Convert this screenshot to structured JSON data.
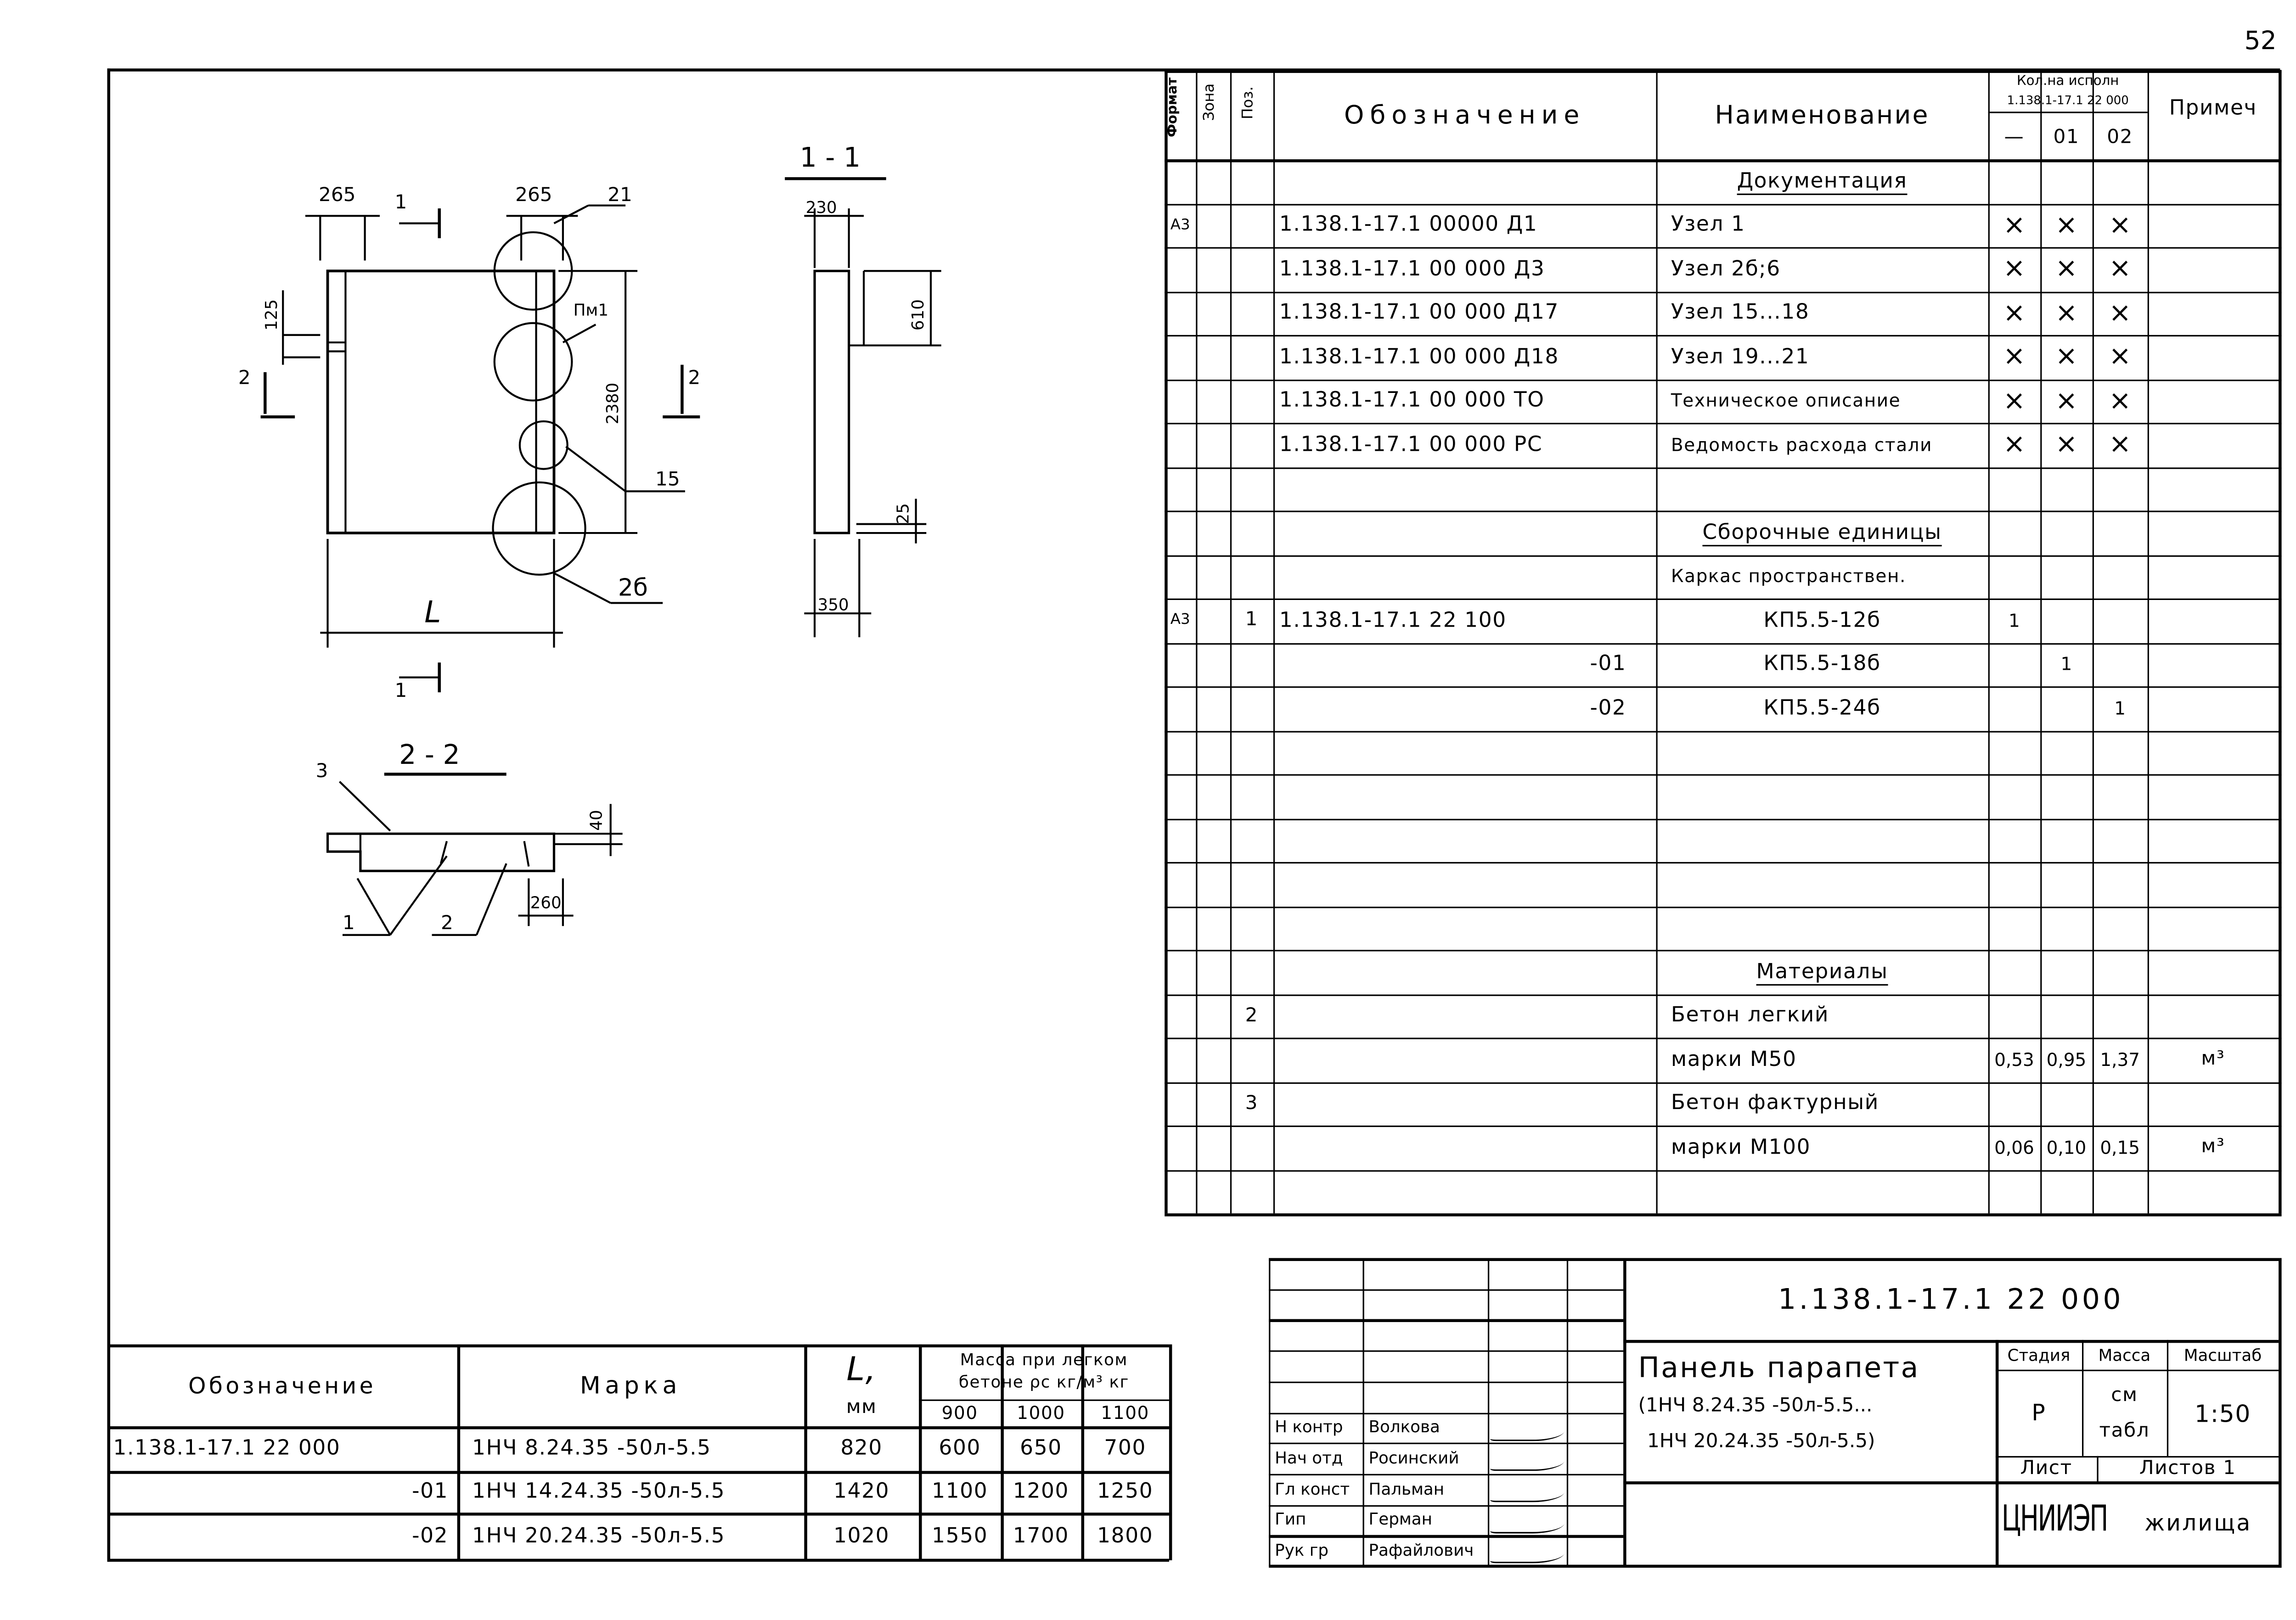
{
  "page_number": "52",
  "drawing": {
    "front_view": {
      "dim_top_left": "265",
      "dim_top_right": "265",
      "section_mark_top": "1",
      "section_mark_bottom": "1",
      "node_21": "21",
      "part_mark": "Пм1",
      "dim_125": "125",
      "section_left": "2",
      "section_right": "2",
      "dim_height": "2380",
      "node_15": "15",
      "node_2b": "2б",
      "length_label": "L"
    },
    "section_1_1": {
      "title": "1 - 1",
      "dim_top": "230",
      "dim_610": "610",
      "dim_25": "25",
      "dim_bottom": "350"
    },
    "section_2_2": {
      "title": "2 - 2",
      "pos_3": "3",
      "dim_40": "40",
      "dim_260": "260",
      "pos_1": "1",
      "pos_2": "2"
    }
  },
  "spec": {
    "headers": {
      "format": "Формат",
      "zone": "Зона",
      "pos": "Поз.",
      "designation": "Обозначение",
      "name": "Наименование",
      "qty_title_1": "Кол.на исполн",
      "qty_title_2": "1.138.1-17.1 22 000",
      "qty_cols": [
        "—",
        "01",
        "02"
      ],
      "note": "Примеч"
    },
    "rows": [
      {
        "format": "",
        "pos": "",
        "designation": "",
        "name": "Документация",
        "section": true,
        "q": [
          "",
          "",
          ""
        ],
        "note": ""
      },
      {
        "format": "А3",
        "pos": "",
        "designation": "1.138.1-17.1 00000 Д1",
        "name": "Узел 1",
        "q": [
          "×",
          "×",
          "×"
        ],
        "note": ""
      },
      {
        "format": "",
        "pos": "",
        "designation": "1.138.1-17.1 00 000 Д3",
        "name": "Узел 2б;6",
        "q": [
          "×",
          "×",
          "×"
        ],
        "note": ""
      },
      {
        "format": "",
        "pos": "",
        "designation": "1.138.1-17.1 00 000 Д17",
        "name": "Узел 15...18",
        "q": [
          "×",
          "×",
          "×"
        ],
        "note": ""
      },
      {
        "format": "",
        "pos": "",
        "designation": "1.138.1-17.1 00 000 Д18",
        "name": "Узел 19...21",
        "q": [
          "×",
          "×",
          "×"
        ],
        "note": ""
      },
      {
        "format": "",
        "pos": "",
        "designation": "1.138.1-17.1 00 000 ТО",
        "name": "Техническое описание",
        "q": [
          "×",
          "×",
          "×"
        ],
        "note": ""
      },
      {
        "format": "",
        "pos": "",
        "designation": "1.138.1-17.1 00 000 РС",
        "name": "Ведомость расхода стали",
        "q": [
          "×",
          "×",
          "×"
        ],
        "note": ""
      },
      {
        "format": "",
        "pos": "",
        "designation": "",
        "name": "",
        "q": [
          "",
          "",
          ""
        ],
        "note": ""
      },
      {
        "format": "",
        "pos": "",
        "designation": "",
        "name": "Сборочные единицы",
        "section": true,
        "q": [
          "",
          "",
          ""
        ],
        "note": ""
      },
      {
        "format": "",
        "pos": "",
        "designation": "",
        "name": "Каркас пространствен.",
        "q": [
          "",
          "",
          ""
        ],
        "note": ""
      },
      {
        "format": "А3",
        "pos": "1",
        "designation": "1.138.1-17.1 22 100",
        "name": "КП5.5-12б",
        "center": true,
        "q": [
          "1",
          "",
          ""
        ],
        "note": ""
      },
      {
        "format": "",
        "pos": "",
        "designation": "-01",
        "right": true,
        "name": "КП5.5-18б",
        "center": true,
        "q": [
          "",
          "1",
          ""
        ],
        "note": ""
      },
      {
        "format": "",
        "pos": "",
        "designation": "-02",
        "right": true,
        "name": "КП5.5-24б",
        "center": true,
        "q": [
          "",
          "",
          "1"
        ],
        "note": ""
      },
      {
        "format": "",
        "pos": "",
        "designation": "",
        "name": "",
        "q": [
          "",
          "",
          ""
        ],
        "note": ""
      },
      {
        "format": "",
        "pos": "",
        "designation": "",
        "name": "",
        "q": [
          "",
          "",
          ""
        ],
        "note": ""
      },
      {
        "format": "",
        "pos": "",
        "designation": "",
        "name": "",
        "q": [
          "",
          "",
          ""
        ],
        "note": ""
      },
      {
        "format": "",
        "pos": "",
        "designation": "",
        "name": "",
        "q": [
          "",
          "",
          ""
        ],
        "note": ""
      },
      {
        "format": "",
        "pos": "",
        "designation": "",
        "name": "",
        "q": [
          "",
          "",
          ""
        ],
        "note": ""
      },
      {
        "format": "",
        "pos": "",
        "designation": "",
        "name": "Материалы",
        "section": true,
        "q": [
          "",
          "",
          ""
        ],
        "note": ""
      },
      {
        "format": "",
        "pos": "2",
        "designation": "",
        "name": "Бетон легкий",
        "q": [
          "",
          "",
          ""
        ],
        "note": ""
      },
      {
        "format": "",
        "pos": "",
        "designation": "",
        "name": "марки М50",
        "q": [
          "0,53",
          "0,95",
          "1,37"
        ],
        "note": "м³"
      },
      {
        "format": "",
        "pos": "3",
        "designation": "",
        "name": "Бетон фактурный",
        "q": [
          "",
          "",
          ""
        ],
        "note": ""
      },
      {
        "format": "",
        "pos": "",
        "designation": "",
        "name": "марки М100",
        "q": [
          "0,06",
          "0,10",
          "0,15"
        ],
        "note": "м³"
      },
      {
        "format": "",
        "pos": "",
        "designation": "",
        "name": "",
        "q": [
          "",
          "",
          ""
        ],
        "note": ""
      }
    ]
  },
  "marks_table": {
    "headers": {
      "designation": "Обозначение",
      "mark": "Марка",
      "length": "L,",
      "length_unit": "мм",
      "mass_title_1": "Масса при легком",
      "mass_title_2": "бетоне ρс кг/м³ кг",
      "densities": [
        "900",
        "1000",
        "1100"
      ]
    },
    "rows": [
      {
        "designation": "1.138.1-17.1 22 000",
        "mark": "1НЧ 8.24.35 -50л-5.5",
        "length": "820",
        "mass": [
          "600",
          "650",
          "700"
        ]
      },
      {
        "designation": "-01",
        "mark": "1НЧ 14.24.35 -50л-5.5",
        "length": "1420",
        "mass": [
          "1100",
          "1200",
          "1250"
        ]
      },
      {
        "designation": "-02",
        "mark": "1НЧ 20.24.35 -50л-5.5",
        "length": "1020",
        "mass": [
          "1550",
          "1700",
          "1800"
        ]
      }
    ]
  },
  "title_block": {
    "code": "1.138.1-17.1 22 000",
    "name": "Панель парапета",
    "subtitle_1": "(1НЧ 8.24.35 -50л-5.5...",
    "subtitle_2": "1НЧ 20.24.35 -50л-5.5)",
    "stage_label": "Стадия",
    "mass_label": "Масса",
    "scale_label": "Масштаб",
    "stage": "Р",
    "mass_1": "см",
    "mass_2": "табл",
    "scale": "1:50",
    "sheet_label": "Лист",
    "sheets_label": "Листов 1",
    "org_logo": "ЦНИИЭП",
    "org_suffix": "жилища",
    "signatures": [
      {
        "role": "Н контр",
        "name": "Волкова"
      },
      {
        "role": "Нач отд",
        "name": "Росинский"
      },
      {
        "role": "Гл конст",
        "name": "Пальман"
      },
      {
        "role": "Гип",
        "name": "Герман"
      },
      {
        "role": "Рук гр",
        "name": "Рафайлович"
      }
    ]
  }
}
